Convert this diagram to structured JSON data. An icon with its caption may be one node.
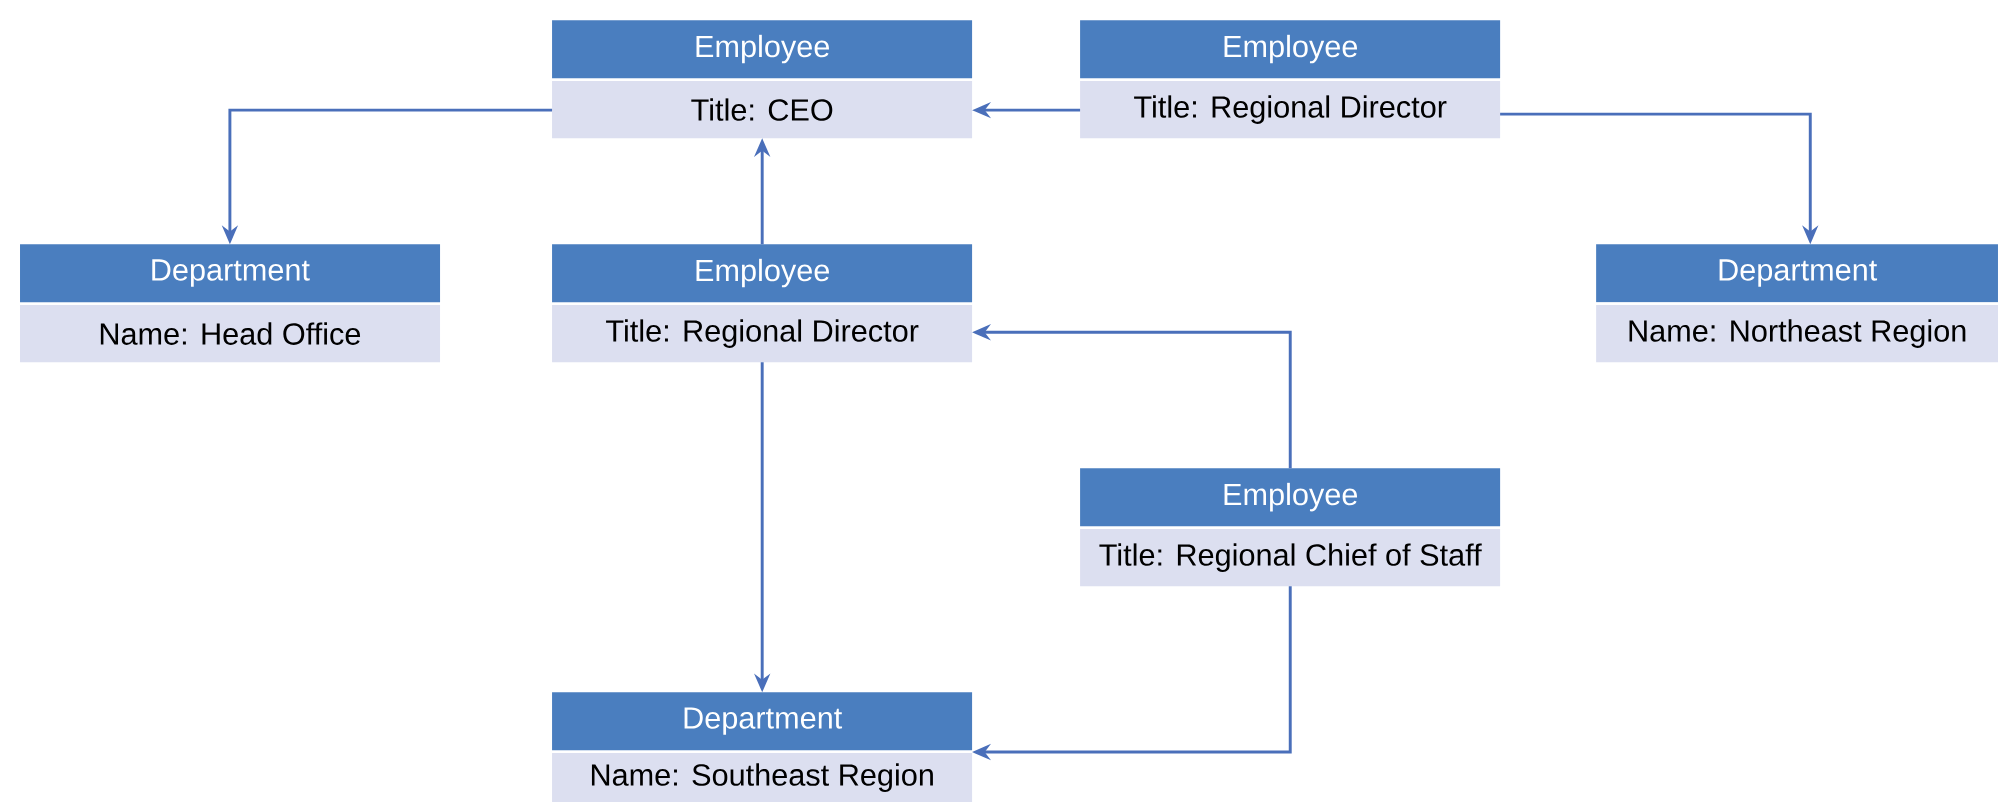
{
  "diagram": {
    "nodes": [
      {
        "text": [
          "Employee",
          "Title: CEO"
        ]
      },
      {
        "text": [
          "Employee",
          "Title: Regional Director"
        ]
      },
      {
        "text": [
          "Department",
          "Name: Head Office"
        ]
      },
      {
        "text": [
          "Employee",
          "Title: Regional Director"
        ]
      },
      {
        "text": [
          "Department",
          "Name: Northeast Region"
        ]
      },
      {
        "text": [
          "Employee",
          "Title: Regional Chief of Staff"
        ]
      },
      {
        "text": [
          "Department",
          "Name: Southeast Region"
        ]
      }
    ],
    "edges": [
      {
        "from": 0,
        "to": 2,
        "arrow": "to"
      },
      {
        "from": 1,
        "to": 0,
        "arrow": "to"
      },
      {
        "from": 1,
        "to": 4,
        "arrow": "to"
      },
      {
        "from": 3,
        "to": 0,
        "arrow": "to"
      },
      {
        "from": 3,
        "to": 6,
        "arrow": "to"
      },
      {
        "from": 5,
        "to": 3,
        "arrow": "to"
      },
      {
        "from": 5,
        "to": 6,
        "arrow": "to"
      }
    ]
  }
}
